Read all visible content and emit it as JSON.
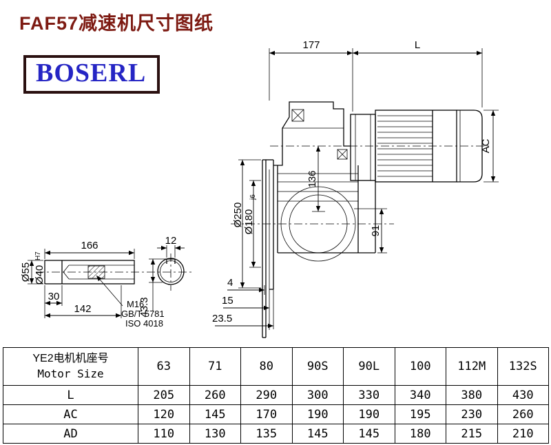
{
  "title": "FAF57减速机尺寸图纸",
  "logo": "BOSERL",
  "drawing": {
    "dims": {
      "d177": "177",
      "dL": "L",
      "dAC": "AC",
      "d250": "Ø250",
      "d180": "Ø180",
      "d180_tol": "j6",
      "d136": "136",
      "d91": "91",
      "d4": "4",
      "d15": "15",
      "d23_5": "23.5",
      "d166": "166",
      "d12": "12",
      "d55": "Ø55",
      "d40": "Ø40",
      "d40_tol": "H7",
      "d30": "30",
      "d142": "142",
      "d43_3": "43.3",
      "note_m16": "M16",
      "note_gbt": "GB/T 5781",
      "note_iso": "ISO 4018"
    }
  },
  "table": {
    "header": {
      "label_cn": "YE2电机机座号",
      "label_en": "Motor Size",
      "sizes": [
        "63",
        "71",
        "80",
        "90S",
        "90L",
        "100",
        "112M",
        "132S"
      ]
    },
    "rows": [
      {
        "label": "L",
        "values": [
          "205",
          "260",
          "290",
          "300",
          "330",
          "340",
          "380",
          "430"
        ]
      },
      {
        "label": "AC",
        "values": [
          "120",
          "145",
          "170",
          "190",
          "190",
          "195",
          "230",
          "260"
        ]
      },
      {
        "label": "AD",
        "values": [
          "110",
          "130",
          "135",
          "145",
          "145",
          "180",
          "215",
          "210"
        ]
      }
    ]
  }
}
